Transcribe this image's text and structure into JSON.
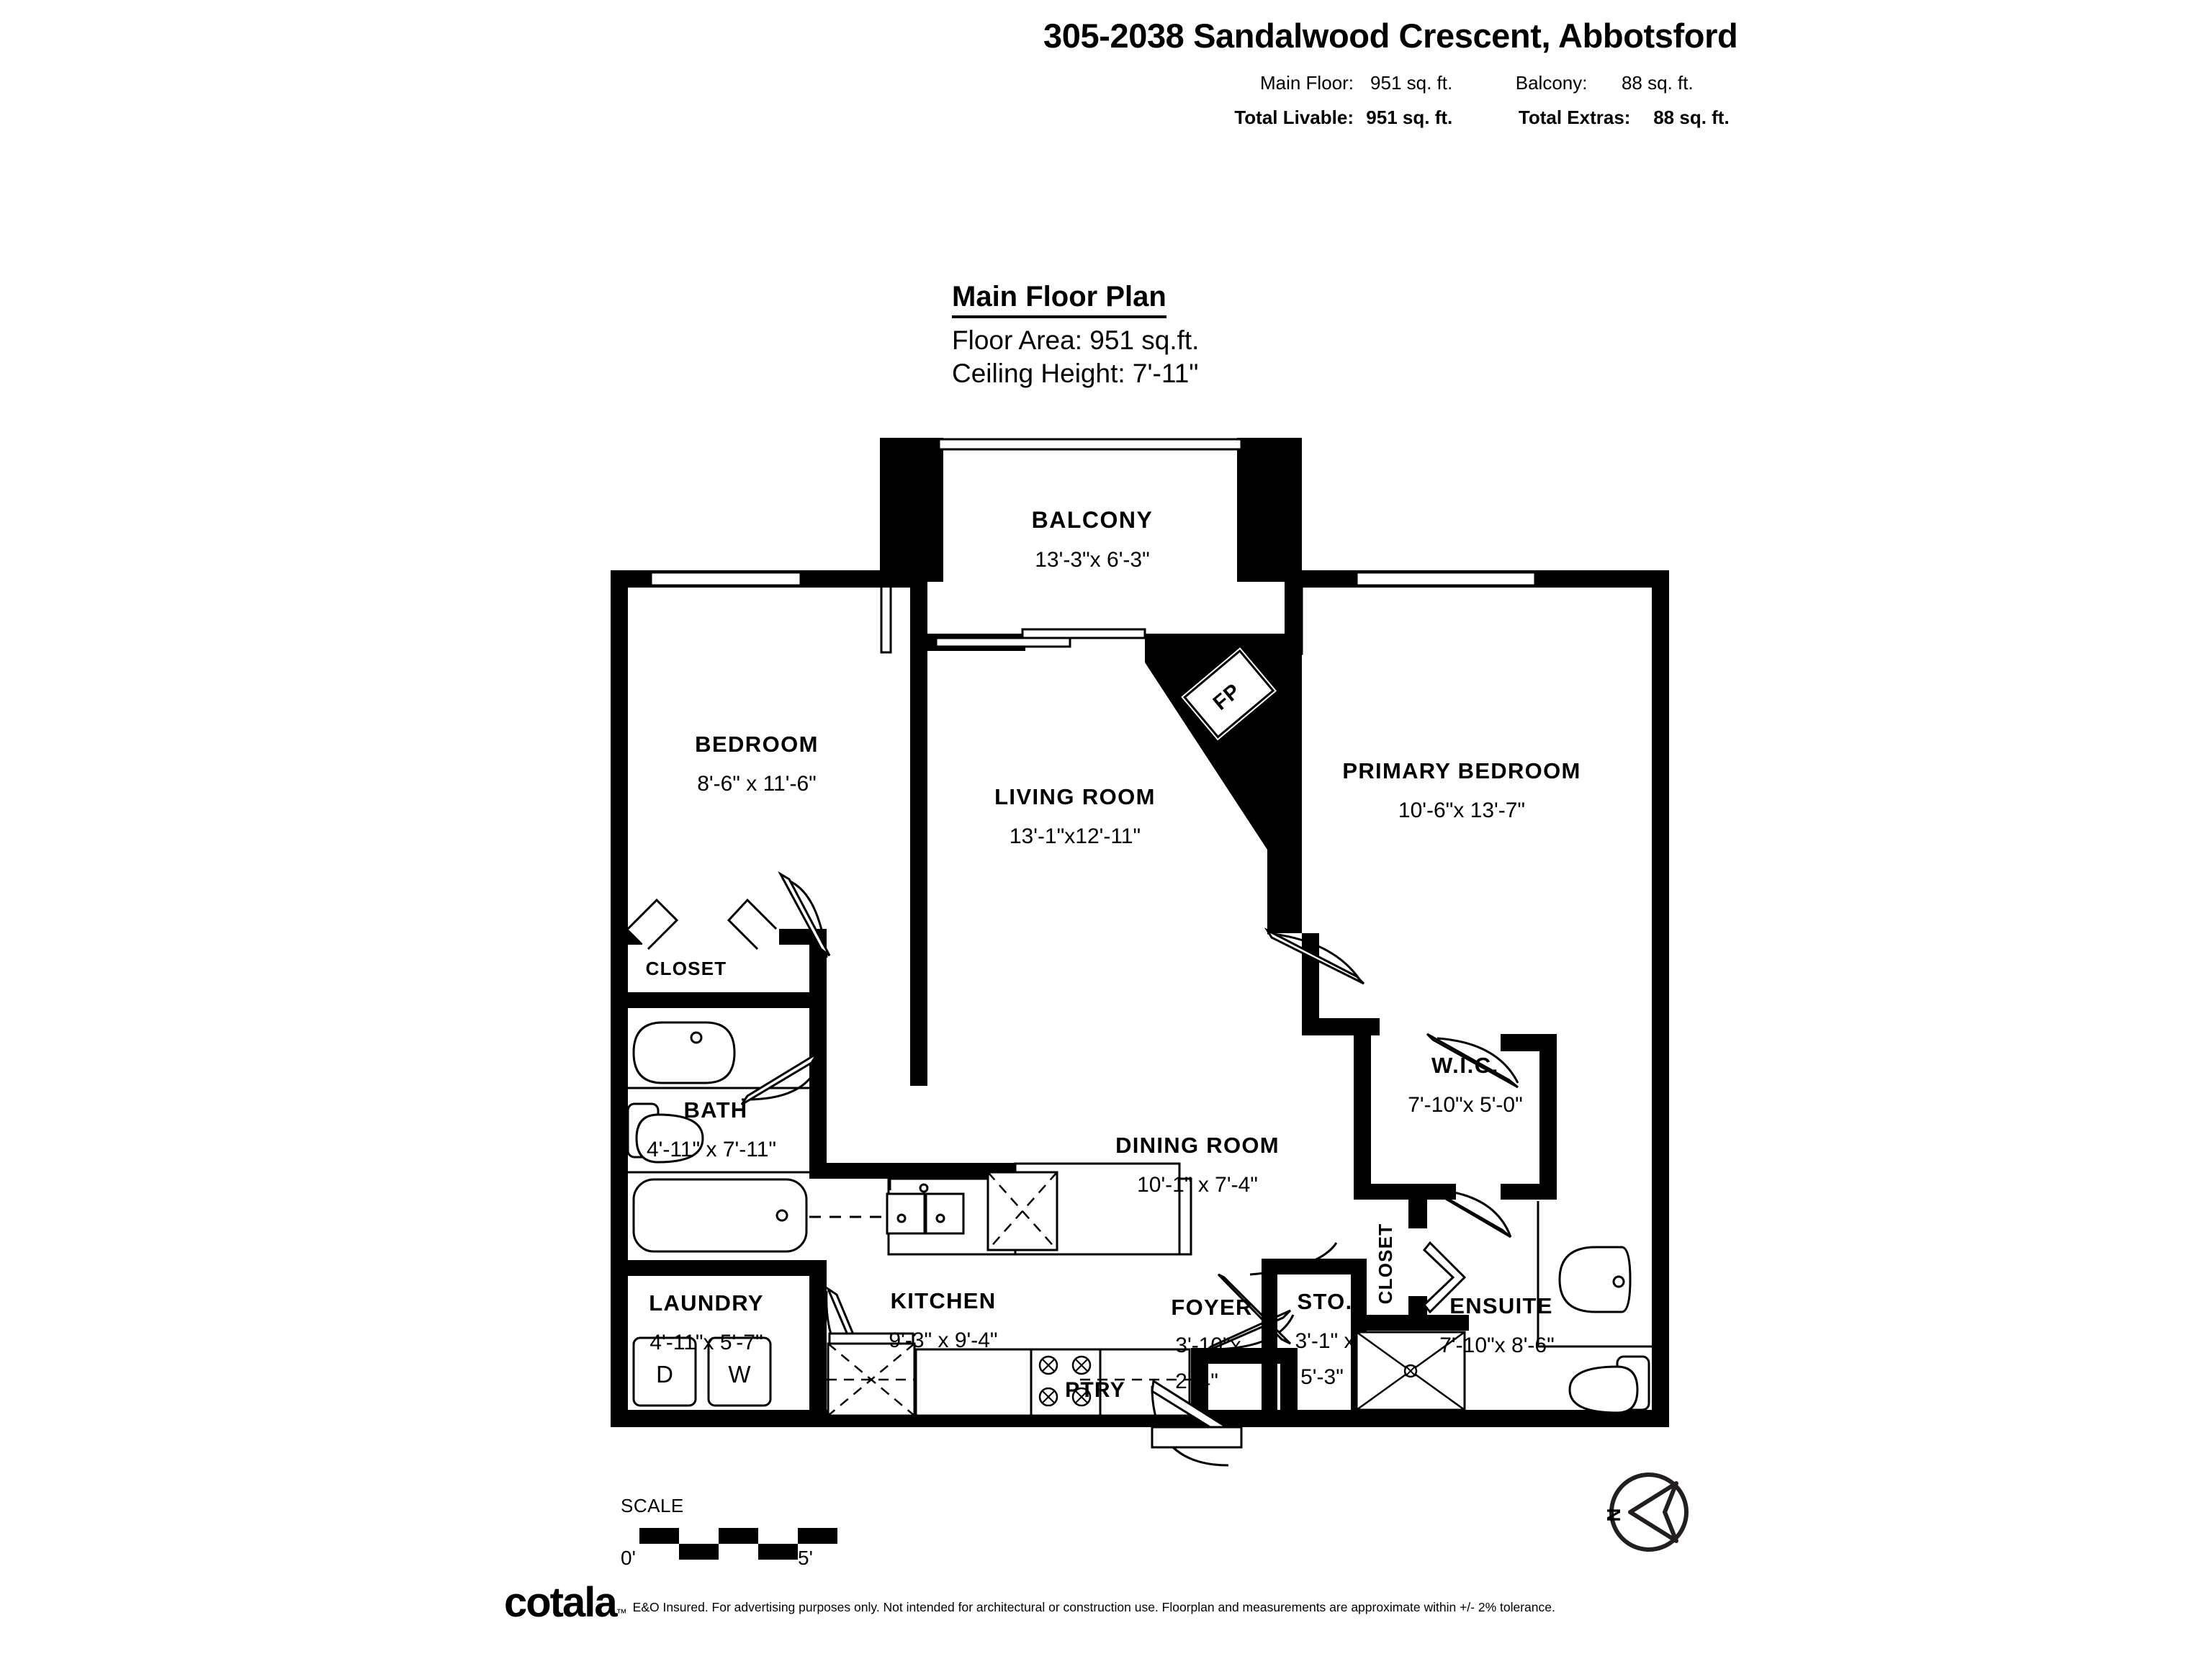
{
  "header": {
    "address": "305-2038 Sandalwood Crescent, Abbotsford",
    "summary_row1": {
      "label1": "Main Floor:",
      "value1": "951 sq. ft.",
      "label2": "Balcony:",
      "value2": "88 sq. ft."
    },
    "summary_row2": {
      "label1": "Total Livable:",
      "value1": "951 sq. ft.",
      "label2": "Total Extras:",
      "value2": "88 sq. ft."
    }
  },
  "plan_title": {
    "title": "Main Floor Plan",
    "floor_area": "Floor Area: 951 sq.ft.",
    "ceiling_height": "Ceiling Height: 7'-11\""
  },
  "rooms": {
    "balcony": {
      "name": "BALCONY",
      "dims": "13'-3\"x  6'-3\""
    },
    "bedroom": {
      "name": "BEDROOM",
      "dims": "8'-6\" x 11'-6\""
    },
    "living_room": {
      "name": "LIVING ROOM",
      "dims": "13'-1\"x12'-11\""
    },
    "primary_bedroom": {
      "name": "PRIMARY BEDROOM",
      "dims": "10'-6\"x 13'-7\""
    },
    "dining_room": {
      "name": "DINING ROOM",
      "dims": "10'-1\" x  7'-4\""
    },
    "kitchen": {
      "name": "KITCHEN",
      "dims": "9'-3\"  x  9'-4\""
    },
    "bath": {
      "name": "BATH",
      "dims": "4'-11\" x 7'-11\""
    },
    "laundry": {
      "name": "LAUNDRY",
      "dims": "4'-11\"x  5'-7\""
    },
    "wic": {
      "name": "W.I.C.",
      "dims": "7'-10\"x  5'-0\""
    },
    "ensuite": {
      "name": "ENSUITE",
      "dims": "7'-10\"x  8'-6\""
    },
    "foyer": {
      "name": "FOYER",
      "dims_line1": "3'-10\"x",
      "dims_line2": "2'-4\""
    },
    "storage": {
      "name": "STO.",
      "dims_line1": "3'-1\" x",
      "dims_line2": "5'-3\""
    },
    "closet_left": {
      "name": "CLOSET"
    },
    "closet_right": {
      "name": "CLOSET"
    },
    "pantry": {
      "name": "PTRY"
    },
    "fireplace": {
      "name": "FP"
    }
  },
  "appliances": {
    "dryer": "D",
    "washer": "W"
  },
  "scale": {
    "word": "SCALE",
    "start": "0'",
    "end": "5'"
  },
  "compass": {
    "label": "N"
  },
  "footer": {
    "logo": "cotala",
    "trademark": "™",
    "disclaimer": "E&O Insured. For advertising purposes only. Not intended for architectural or construction use. Floorplan and measurements are approximate within +/- 2% tolerance."
  },
  "colors": {
    "wall": "#000000",
    "background": "#ffffff",
    "fixture_line": "#1a1a1a"
  }
}
